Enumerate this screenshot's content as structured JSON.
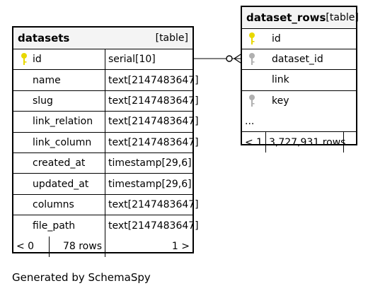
{
  "datasets": {
    "name": "datasets",
    "kind": "[table]",
    "columns": [
      {
        "name": "id",
        "type": "serial[10]",
        "key": "primary"
      },
      {
        "name": "name",
        "type": "text[2147483647]",
        "key": ""
      },
      {
        "name": "slug",
        "type": "text[2147483647]",
        "key": ""
      },
      {
        "name": "link_relation",
        "type": "text[2147483647]",
        "key": ""
      },
      {
        "name": "link_column",
        "type": "text[2147483647]",
        "key": ""
      },
      {
        "name": "created_at",
        "type": "timestamp[29,6]",
        "key": ""
      },
      {
        "name": "updated_at",
        "type": "timestamp[29,6]",
        "key": ""
      },
      {
        "name": "columns",
        "type": "text[2147483647]",
        "key": ""
      },
      {
        "name": "file_path",
        "type": "text[2147483647]",
        "key": ""
      }
    ],
    "footer": {
      "left": "< 0",
      "rows": "78 rows",
      "right": "1 >"
    }
  },
  "dataset_rows": {
    "name": "dataset_rows",
    "kind": "[table]",
    "columns": [
      {
        "name": "id",
        "key": "primary"
      },
      {
        "name": "dataset_id",
        "key": "foreign"
      },
      {
        "name": "link",
        "key": ""
      },
      {
        "name": "key",
        "key": "foreign"
      }
    ],
    "more": "...",
    "footer": {
      "left": "< 1",
      "rows": "3,727,931 rows"
    }
  },
  "colors": {
    "primary_key": "#e8d800",
    "foreign_key": "#b0b0b0",
    "header_bg": "#f4f4f4"
  },
  "credit": "Generated by SchemaSpy"
}
